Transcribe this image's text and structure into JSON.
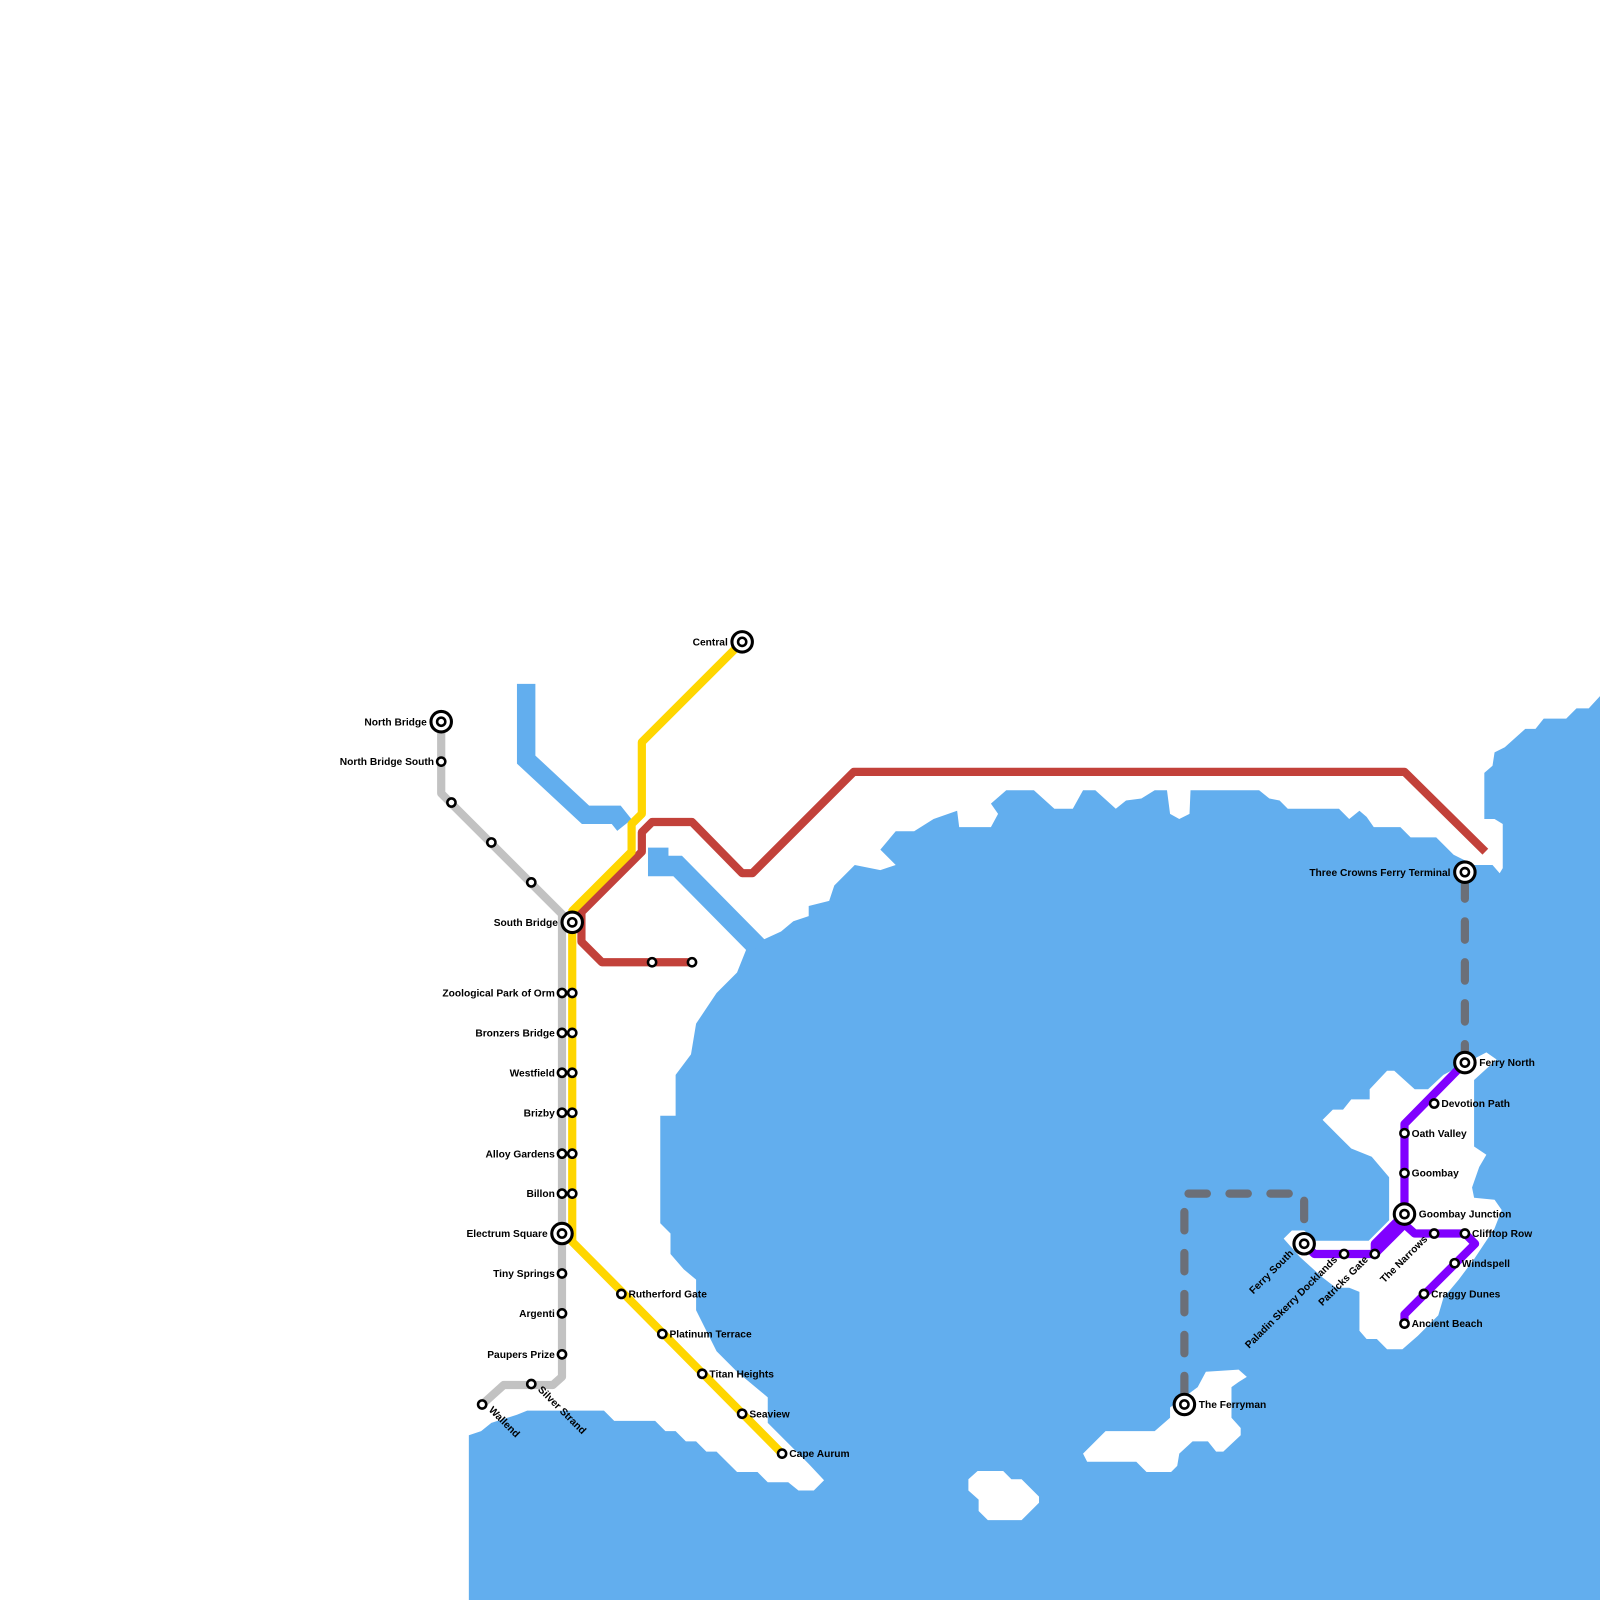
{
  "colors": {
    "water": "#62aeee",
    "land": "#ffffff",
    "silver_line": "#c2c2c2",
    "gold_line": "#ffd600",
    "red_line": "#c2413a",
    "ferry_line": "#6b6f78",
    "purple_line": "#8000ff"
  },
  "stations": {
    "north_bridge": "North Bridge",
    "north_bridge_south": "North Bridge South",
    "south_bridge": "South Bridge",
    "zoological_park": "Zoological Park of Orm",
    "bronzers_bridge": "Bronzers Bridge",
    "westfield": "Westfield",
    "brizby": "Brizby",
    "alloy_gardens": "Alloy Gardens",
    "billon": "Billon",
    "electrum_square": "Electrum Square",
    "tiny_springs": "Tiny Springs",
    "argenti": "Argenti",
    "paupers_prize": "Paupers Prize",
    "silver_strand": "Silver Strand",
    "wallend": "Wallend",
    "central": "Central",
    "rutherford_gate": "Rutherford Gate",
    "platinum_terrace": "Platinum Terrace",
    "titan_heights": "Titan Heights",
    "seaview": "Seaview",
    "cape_aurum": "Cape Aurum",
    "three_crowns": "Three Crowns Ferry Terminal",
    "ferry_north": "Ferry North",
    "devotion_path": "Devotion Path",
    "oath_valley": "Oath Valley",
    "goombay": "Goombay",
    "goombay_junction": "Goombay Junction",
    "clifftop_row": "Clifftop Row",
    "the_narrows": "The Narrows",
    "windspell": "Windspell",
    "craggy_dunes": "Craggy Dunes",
    "ancient_beach": "Ancient Beach",
    "ferry_south": "Ferry South",
    "paladin_skerry": "Paladin Skerry Docklands",
    "patricks_gate": "Patricks Gate",
    "the_ferryman": "The Ferryman"
  }
}
